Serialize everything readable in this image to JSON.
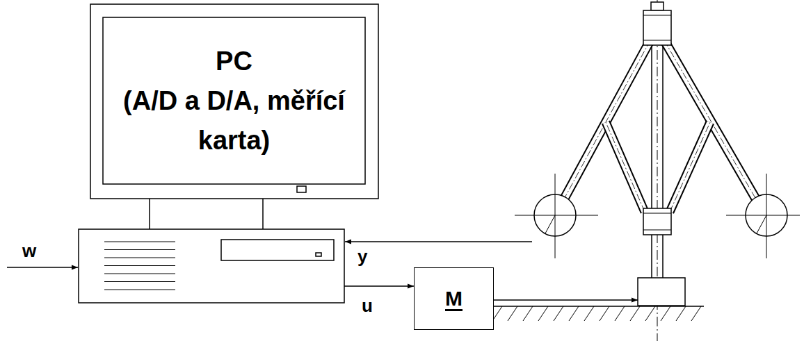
{
  "diagram": {
    "nodes": [
      {
        "text": [
          "PC",
          "(A/D a D/A, měřící karta)"
        ]
      },
      {
        "text": [
          "M"
        ]
      }
    ],
    "edges": [
      {
        "from": 0,
        "to": 1,
        "arrow": "to",
        "label": "u"
      }
    ],
    "labels": [
      "w",
      "y"
    ]
  }
}
